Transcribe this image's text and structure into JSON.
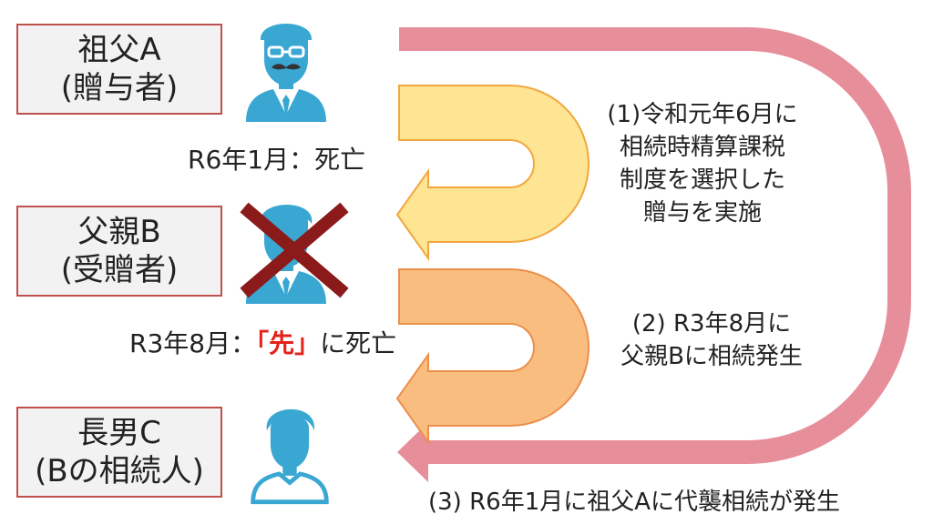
{
  "persons": [
    {
      "line1": "祖父A",
      "line2": "(贈与者)",
      "icon": "man-with-mustache-glasses-icon"
    },
    {
      "line1": "父親B",
      "line2": "(受贈者)",
      "icon": "man-in-suit-icon",
      "crossed": true
    },
    {
      "line1": "長男C",
      "line2": "(Bの相続人)",
      "icon": "young-man-icon"
    }
  ],
  "notes": {
    "grandfather_death": "R6年1月：死亡",
    "father_death_prefix": "R3年8月：",
    "father_death_emphasis": "「先」",
    "father_death_suffix": "に死亡"
  },
  "steps": {
    "step1": [
      "(1)令和元年6月に",
      "相続時精算課税",
      "制度を選択した",
      "贈与を実施"
    ],
    "step2": [
      "(2) R3年8月に",
      "父親Bに相続発生"
    ],
    "step3": "(3) R6年1月に祖父Aに代襲相続が発生"
  },
  "colors": {
    "box_border": "#c0504d",
    "box_fill": "#f2f2f2",
    "icon_blue": "#3aa7d3",
    "cross": "#8b1a1a",
    "emphasis": "#e32219",
    "arrow1": "#fde594",
    "arrow2": "#f9bd80",
    "arrow3": "#e78e9b"
  }
}
